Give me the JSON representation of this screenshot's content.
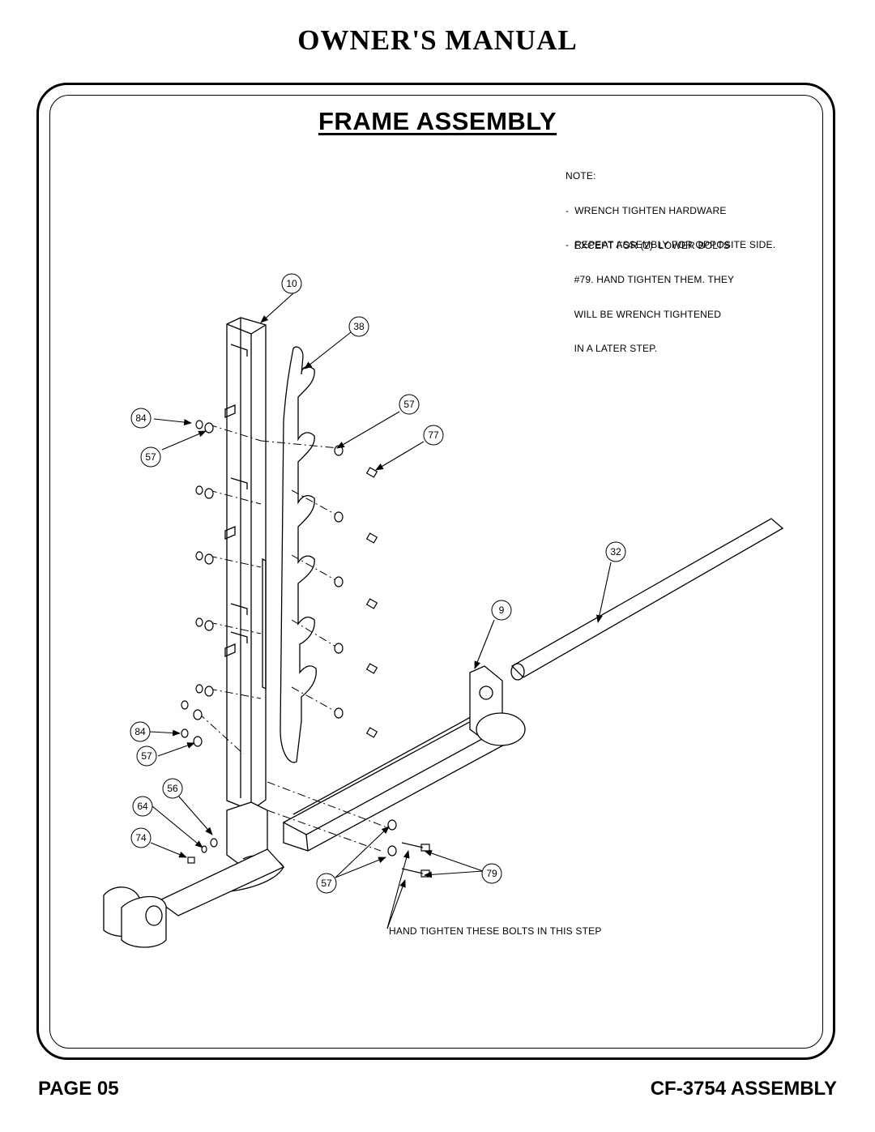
{
  "header": {
    "title": "OWNER'S MANUAL"
  },
  "section": {
    "title": "FRAME ASSEMBLY"
  },
  "note": {
    "lines": [
      "NOTE:",
      "-  WRENCH TIGHTEN HARDWARE",
      "   EXCEPT FOR (2)  LOWER BOLTS",
      "   #79. HAND TIGHTEN THEM. THEY",
      "   WILL BE WRENCH TIGHTENED",
      "   IN A LATER STEP."
    ],
    "repeat": "-  REPEAT ASSEMBLY FOR OPPOSITE SIDE."
  },
  "callouts": [
    "10",
    "38",
    "84",
    "57",
    "57",
    "77",
    "32",
    "9",
    "84",
    "57",
    "56",
    "64",
    "74",
    "57",
    "79"
  ],
  "hand_tighten": "HAND TIGHTEN THESE BOLTS IN THIS STEP",
  "footer": {
    "page": "PAGE 05",
    "model": "CF-3754 ASSEMBLY"
  }
}
